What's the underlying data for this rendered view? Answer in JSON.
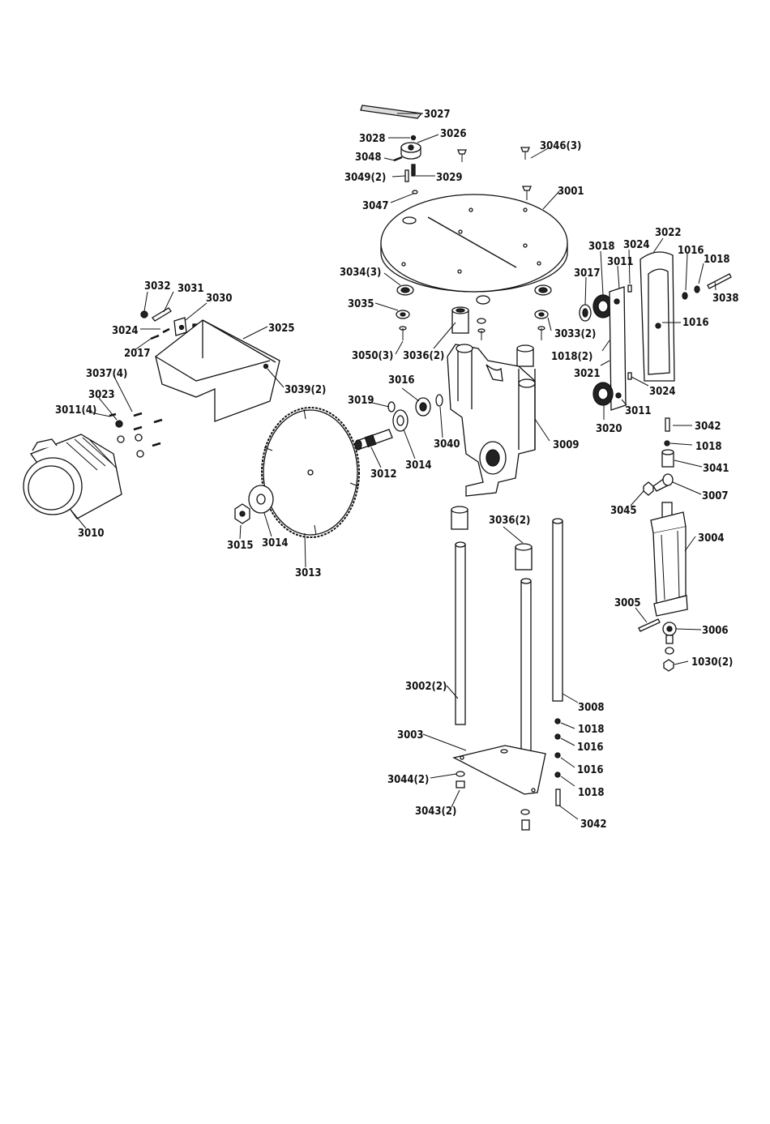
{
  "labels": {
    "l3027": "3027",
    "l3028": "3028",
    "l3026": "3026",
    "l3048": "3048",
    "l3046": "3046(3)",
    "l3049": "3049(2)",
    "l3029": "3029",
    "l3047": "3047",
    "l3001": "3001",
    "l3034": "3034(3)",
    "l3035": "3035",
    "l3050": "3050(3)",
    "l3036a": "3036(2)",
    "l3033": "3033(2)",
    "l3018": "3018",
    "l3024a": "3024",
    "l3022": "3022",
    "l1016a": "1016",
    "l1018a": "1018",
    "l3038": "3038",
    "l3017": "3017",
    "l3011a": "3011",
    "l1016b": "1016",
    "l1018b": "1018(2)",
    "l3021": "3021",
    "l3024b": "3024",
    "l3011b": "3011",
    "l3020": "3020",
    "l3032": "3032",
    "l3031": "3031",
    "l3030": "3030",
    "l3025": "3025",
    "l3024c": "3024",
    "l2017": "2017",
    "l3037": "3037(4)",
    "l3023": "3023",
    "l3011c": "3011(4)",
    "l3039": "3039(2)",
    "l3016": "3016",
    "l3019": "3019",
    "l3040": "3040",
    "l3009": "3009",
    "l3012": "3012",
    "l3014a": "3014",
    "l3010": "3010",
    "l3015": "3015",
    "l3014b": "3014",
    "l3013": "3013",
    "l3042a": "3042",
    "l1018c": "1018",
    "l3041": "3041",
    "l3007": "3007",
    "l3045": "3045",
    "l3004": "3004",
    "l3005": "3005",
    "l3006": "3006",
    "l1030": "1030(2)",
    "l3036b": "3036(2)",
    "l3002": "3002(2)",
    "l3008": "3008",
    "l3003": "3003",
    "l1018d": "1018",
    "l1016c": "1016",
    "l1016d": "1016",
    "l1018e": "1018",
    "l3044": "3044(2)",
    "l3043": "3043(2)",
    "l3042b": "3042"
  }
}
